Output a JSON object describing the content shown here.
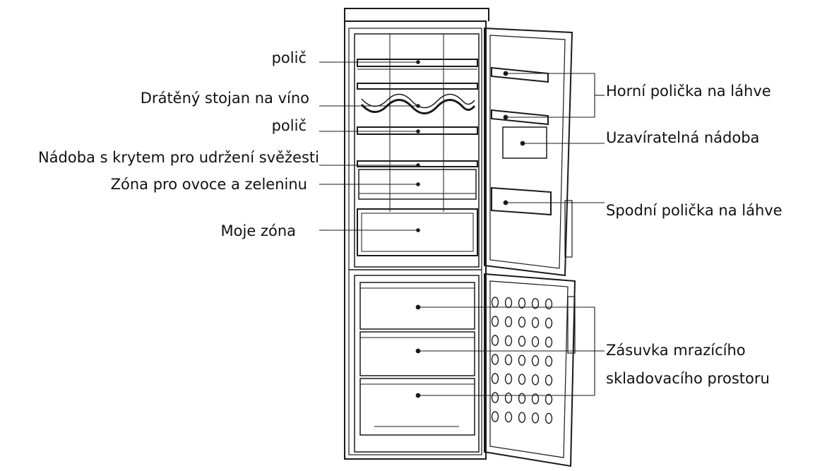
{
  "colors": {
    "line": "#1a1a1a",
    "text": "#111111",
    "background": "#ffffff"
  },
  "labels": {
    "left": {
      "shelf_top": "polič",
      "wine_rack": "Drátěný stojan na víno",
      "shelf_middle": "polič",
      "crisper_cover": "Nádoba s krytem pro udržení svěžesti",
      "fruit_zone": "Zóna pro ovoce a zeleninu",
      "my_zone": "Moje zóna"
    },
    "right": {
      "upper_bottle_shelf": "Horní polička na láhve",
      "lidded_container": "Uzavíratelná nádoba",
      "lower_bottle_shelf": "Spodní polička na láhve",
      "freezer_drawer_line1": "Zásuvka mrazícího",
      "freezer_drawer_line2": "skladovacího prostoru"
    }
  }
}
